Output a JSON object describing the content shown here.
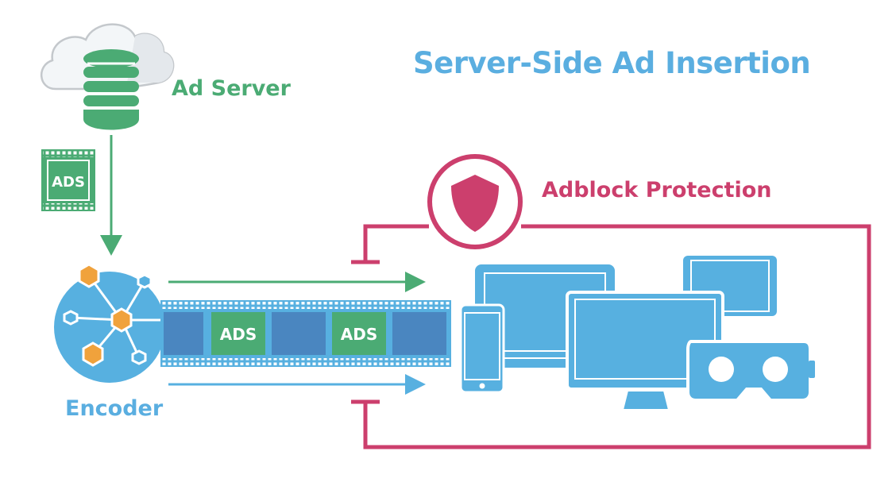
{
  "title": "Server-Side Ad Insertion",
  "ad_server": {
    "label": "Ad Server"
  },
  "ads_badge": "ADS",
  "encoder": {
    "label": "Encoder"
  },
  "adblock": {
    "label": "Adblock Protection"
  },
  "filmstrip": {
    "frames": [
      "",
      "ADS",
      "",
      "ADS",
      ""
    ]
  },
  "colors": {
    "title_blue": "#5aaee0",
    "ad_green": "#4bab74",
    "adblock_pink": "#cc3f6d",
    "device_blue": "#57b0e0",
    "hex_orange": "#f0a23c"
  },
  "icons": [
    "cloud-icon",
    "database-icon",
    "shield-icon",
    "phone-icon",
    "laptop-icon",
    "tablet-icon",
    "monitor-icon",
    "vr-headset-icon"
  ]
}
